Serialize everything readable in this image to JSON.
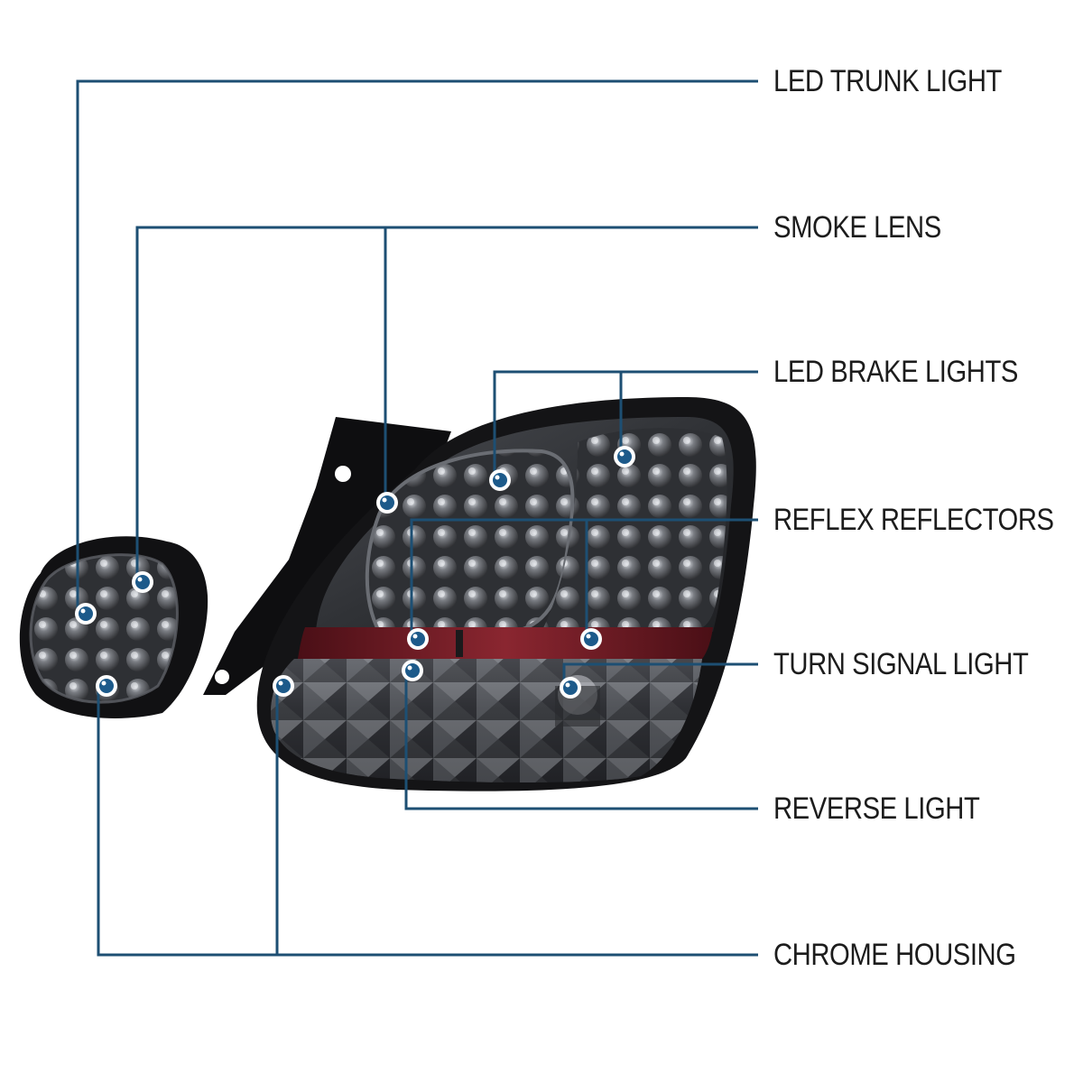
{
  "colors": {
    "leader_line": "#1d4f73",
    "dot_fill": "#1d5a8a",
    "dot_ring": "#ffffff",
    "label_text": "#1c1c1c",
    "lens_dark": "#2c2c2e",
    "lens_mid": "#5b5d62",
    "lens_light": "#b4b7bd",
    "housing_black": "#121214",
    "reflector_red": "#6b1a22"
  },
  "labels": {
    "led_trunk_light": "LED TRUNK LIGHT",
    "smoke_lens": "SMOKE LENS",
    "led_brake_lights": "LED BRAKE LIGHTS",
    "reflex_reflectors": "REFLEX REFLECTORS",
    "turn_signal_light": "TURN SIGNAL LIGHT",
    "reverse_light": "REVERSE LIGHT",
    "chrome_housing": "CHROME HOUSING"
  }
}
